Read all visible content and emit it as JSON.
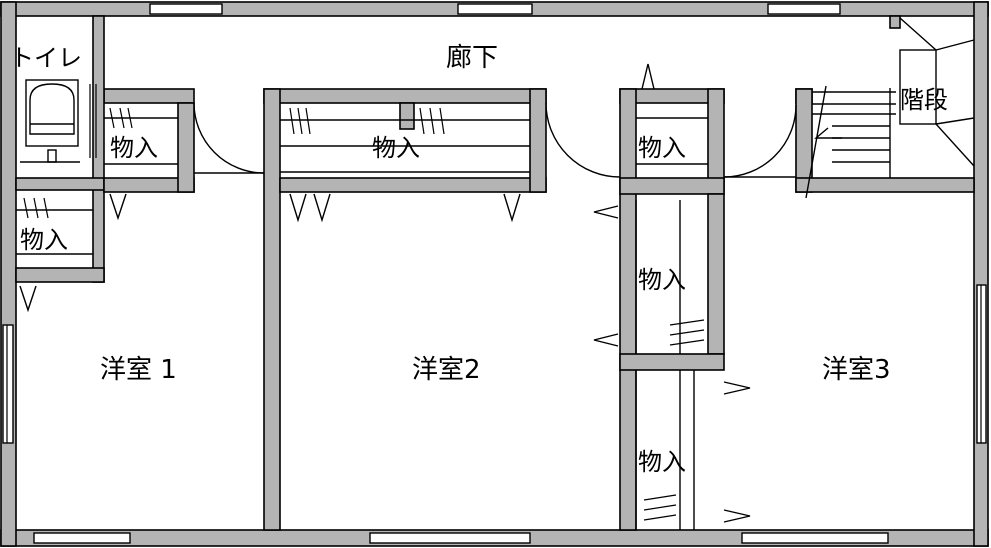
{
  "rooms": {
    "toilet": "トイレ",
    "hallway": "廊下",
    "stairs": "階段",
    "bedroom1": "洋室 1",
    "bedroom2": "洋室2",
    "bedroom3": "洋室3",
    "storage": "物入"
  },
  "colors": {
    "wall": "#b4b4b4",
    "line": "#000000",
    "background": "#ffffff"
  }
}
